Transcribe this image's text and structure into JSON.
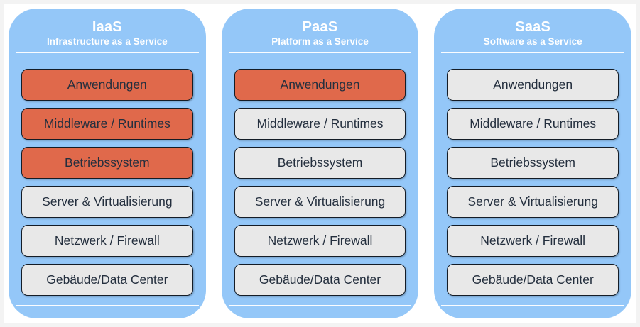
{
  "colors": {
    "panel_blue": "#94C7F8",
    "highlight_orange": "#E0694B",
    "layer_gray": "#E8E8E8",
    "layer_text": "#242F3E",
    "header_text": "#FFFFFF"
  },
  "columns": [
    {
      "title": "IaaS",
      "subtitle": "Infrastructure as a Service",
      "layers": [
        {
          "label": "Anwendungen",
          "highlighted": true
        },
        {
          "label": "Middleware / Runtimes",
          "highlighted": true
        },
        {
          "label": "Betriebssystem",
          "highlighted": true
        },
        {
          "label": "Server & Virtualisierung",
          "highlighted": false
        },
        {
          "label": "Netzwerk / Firewall",
          "highlighted": false
        },
        {
          "label": "Gebäude/Data Center",
          "highlighted": false
        }
      ]
    },
    {
      "title": "PaaS",
      "subtitle": "Platform as a Service",
      "layers": [
        {
          "label": "Anwendungen",
          "highlighted": true
        },
        {
          "label": "Middleware / Runtimes",
          "highlighted": false
        },
        {
          "label": "Betriebssystem",
          "highlighted": false
        },
        {
          "label": "Server & Virtualisierung",
          "highlighted": false
        },
        {
          "label": "Netzwerk / Firewall",
          "highlighted": false
        },
        {
          "label": "Gebäude/Data Center",
          "highlighted": false
        }
      ]
    },
    {
      "title": "SaaS",
      "subtitle": "Software as a Service",
      "layers": [
        {
          "label": "Anwendungen",
          "highlighted": false
        },
        {
          "label": "Middleware / Runtimes",
          "highlighted": false
        },
        {
          "label": "Betriebssystem",
          "highlighted": false
        },
        {
          "label": "Server & Virtualisierung",
          "highlighted": false
        },
        {
          "label": "Netzwerk / Firewall",
          "highlighted": false
        },
        {
          "label": "Gebäude/Data Center",
          "highlighted": false
        }
      ]
    }
  ]
}
